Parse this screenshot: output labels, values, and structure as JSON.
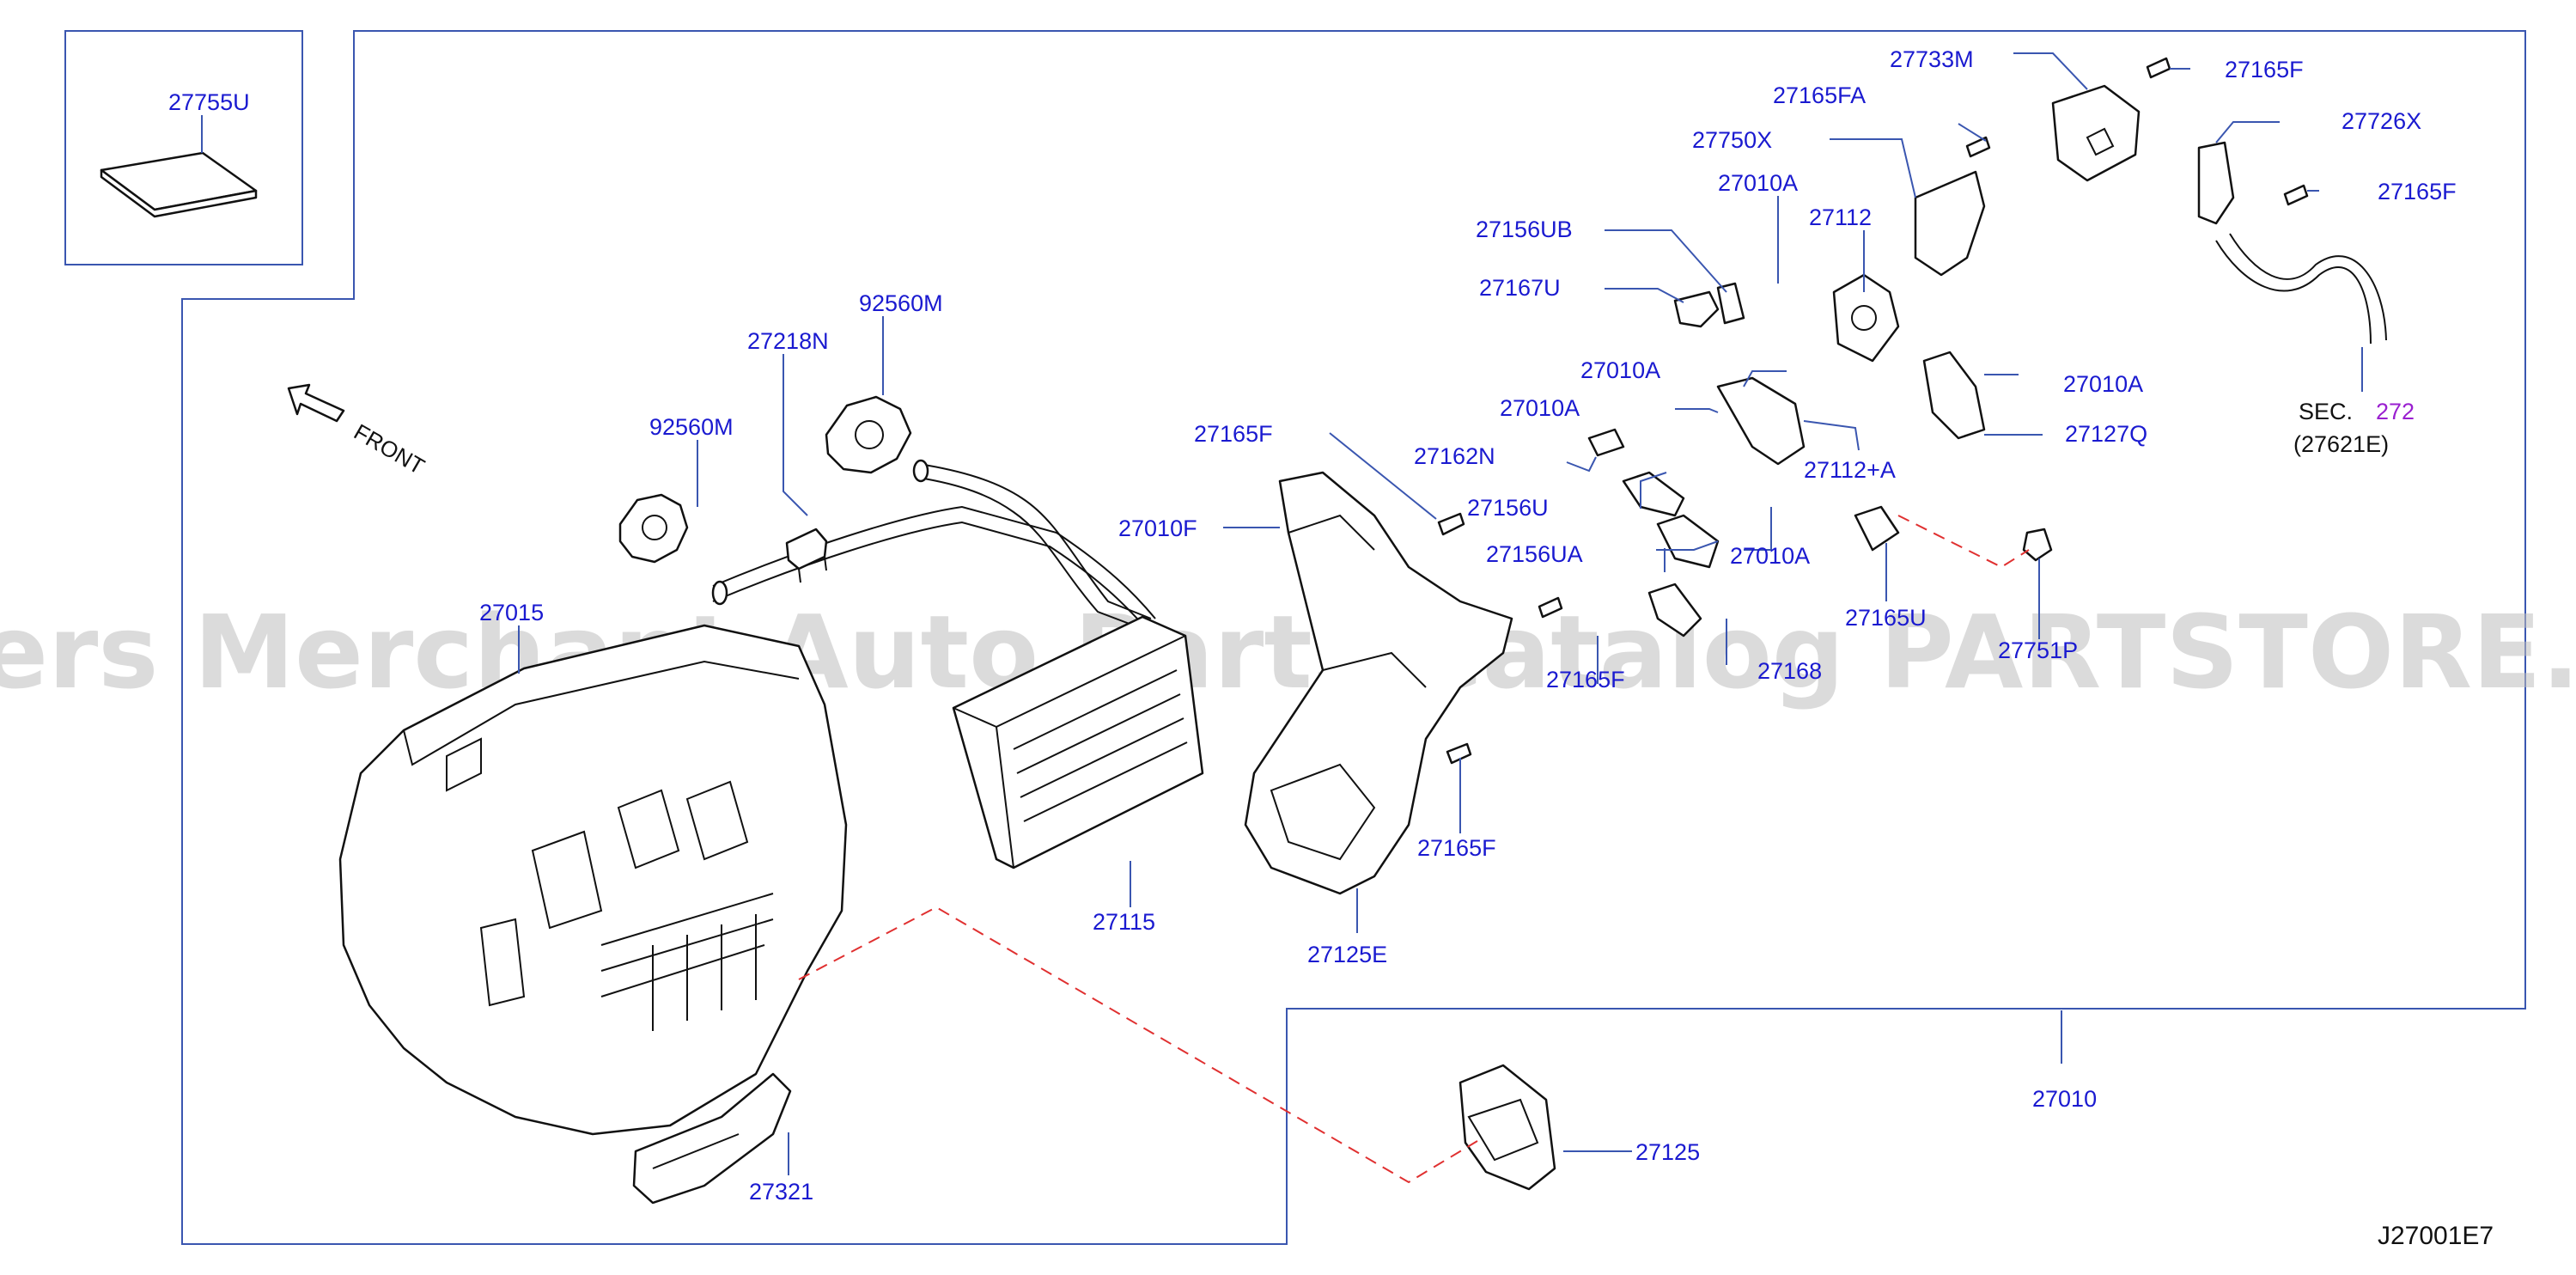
{
  "diagram_code": "J27001E7",
  "front_label": "FRONT",
  "watermark": "Offers Merchant Auto Parts Catalog PARTSTORE.SA",
  "section_ref": {
    "prefix": "SEC.",
    "number": "272",
    "sub": "(27621E)"
  },
  "parts": {
    "p27755U": "27755U",
    "p27218N": "27218N",
    "p92560M_a": "92560M",
    "p92560M_b": "92560M",
    "p27015": "27015",
    "p27115": "27115",
    "p27321": "27321",
    "p27125": "27125",
    "p27125E": "27125E",
    "p27010F": "27010F",
    "p27165F_a": "27165F",
    "p27165F_b": "27165F",
    "p27165F_c": "27165F",
    "p27165F_d": "27165F",
    "p27165F_e": "27165F",
    "p27162N": "27162N",
    "p27156U": "27156U",
    "p27156UA": "27156UA",
    "p27156UB": "27156UB",
    "p27167U": "27167U",
    "p27010A_a": "27010A",
    "p27010A_b": "27010A",
    "p27010A_c": "27010A",
    "p27010A_d": "27010A",
    "p27010A_e": "27010A",
    "p27112": "27112",
    "p27112A": "27112+A",
    "p27127Q": "27127Q",
    "p27165U": "27165U",
    "p27751P": "27751P",
    "p27168": "27168",
    "p27733M": "27733M",
    "p27165FA": "27165FA",
    "p27750X": "27750X",
    "p27726X": "27726X",
    "p27010": "27010"
  }
}
